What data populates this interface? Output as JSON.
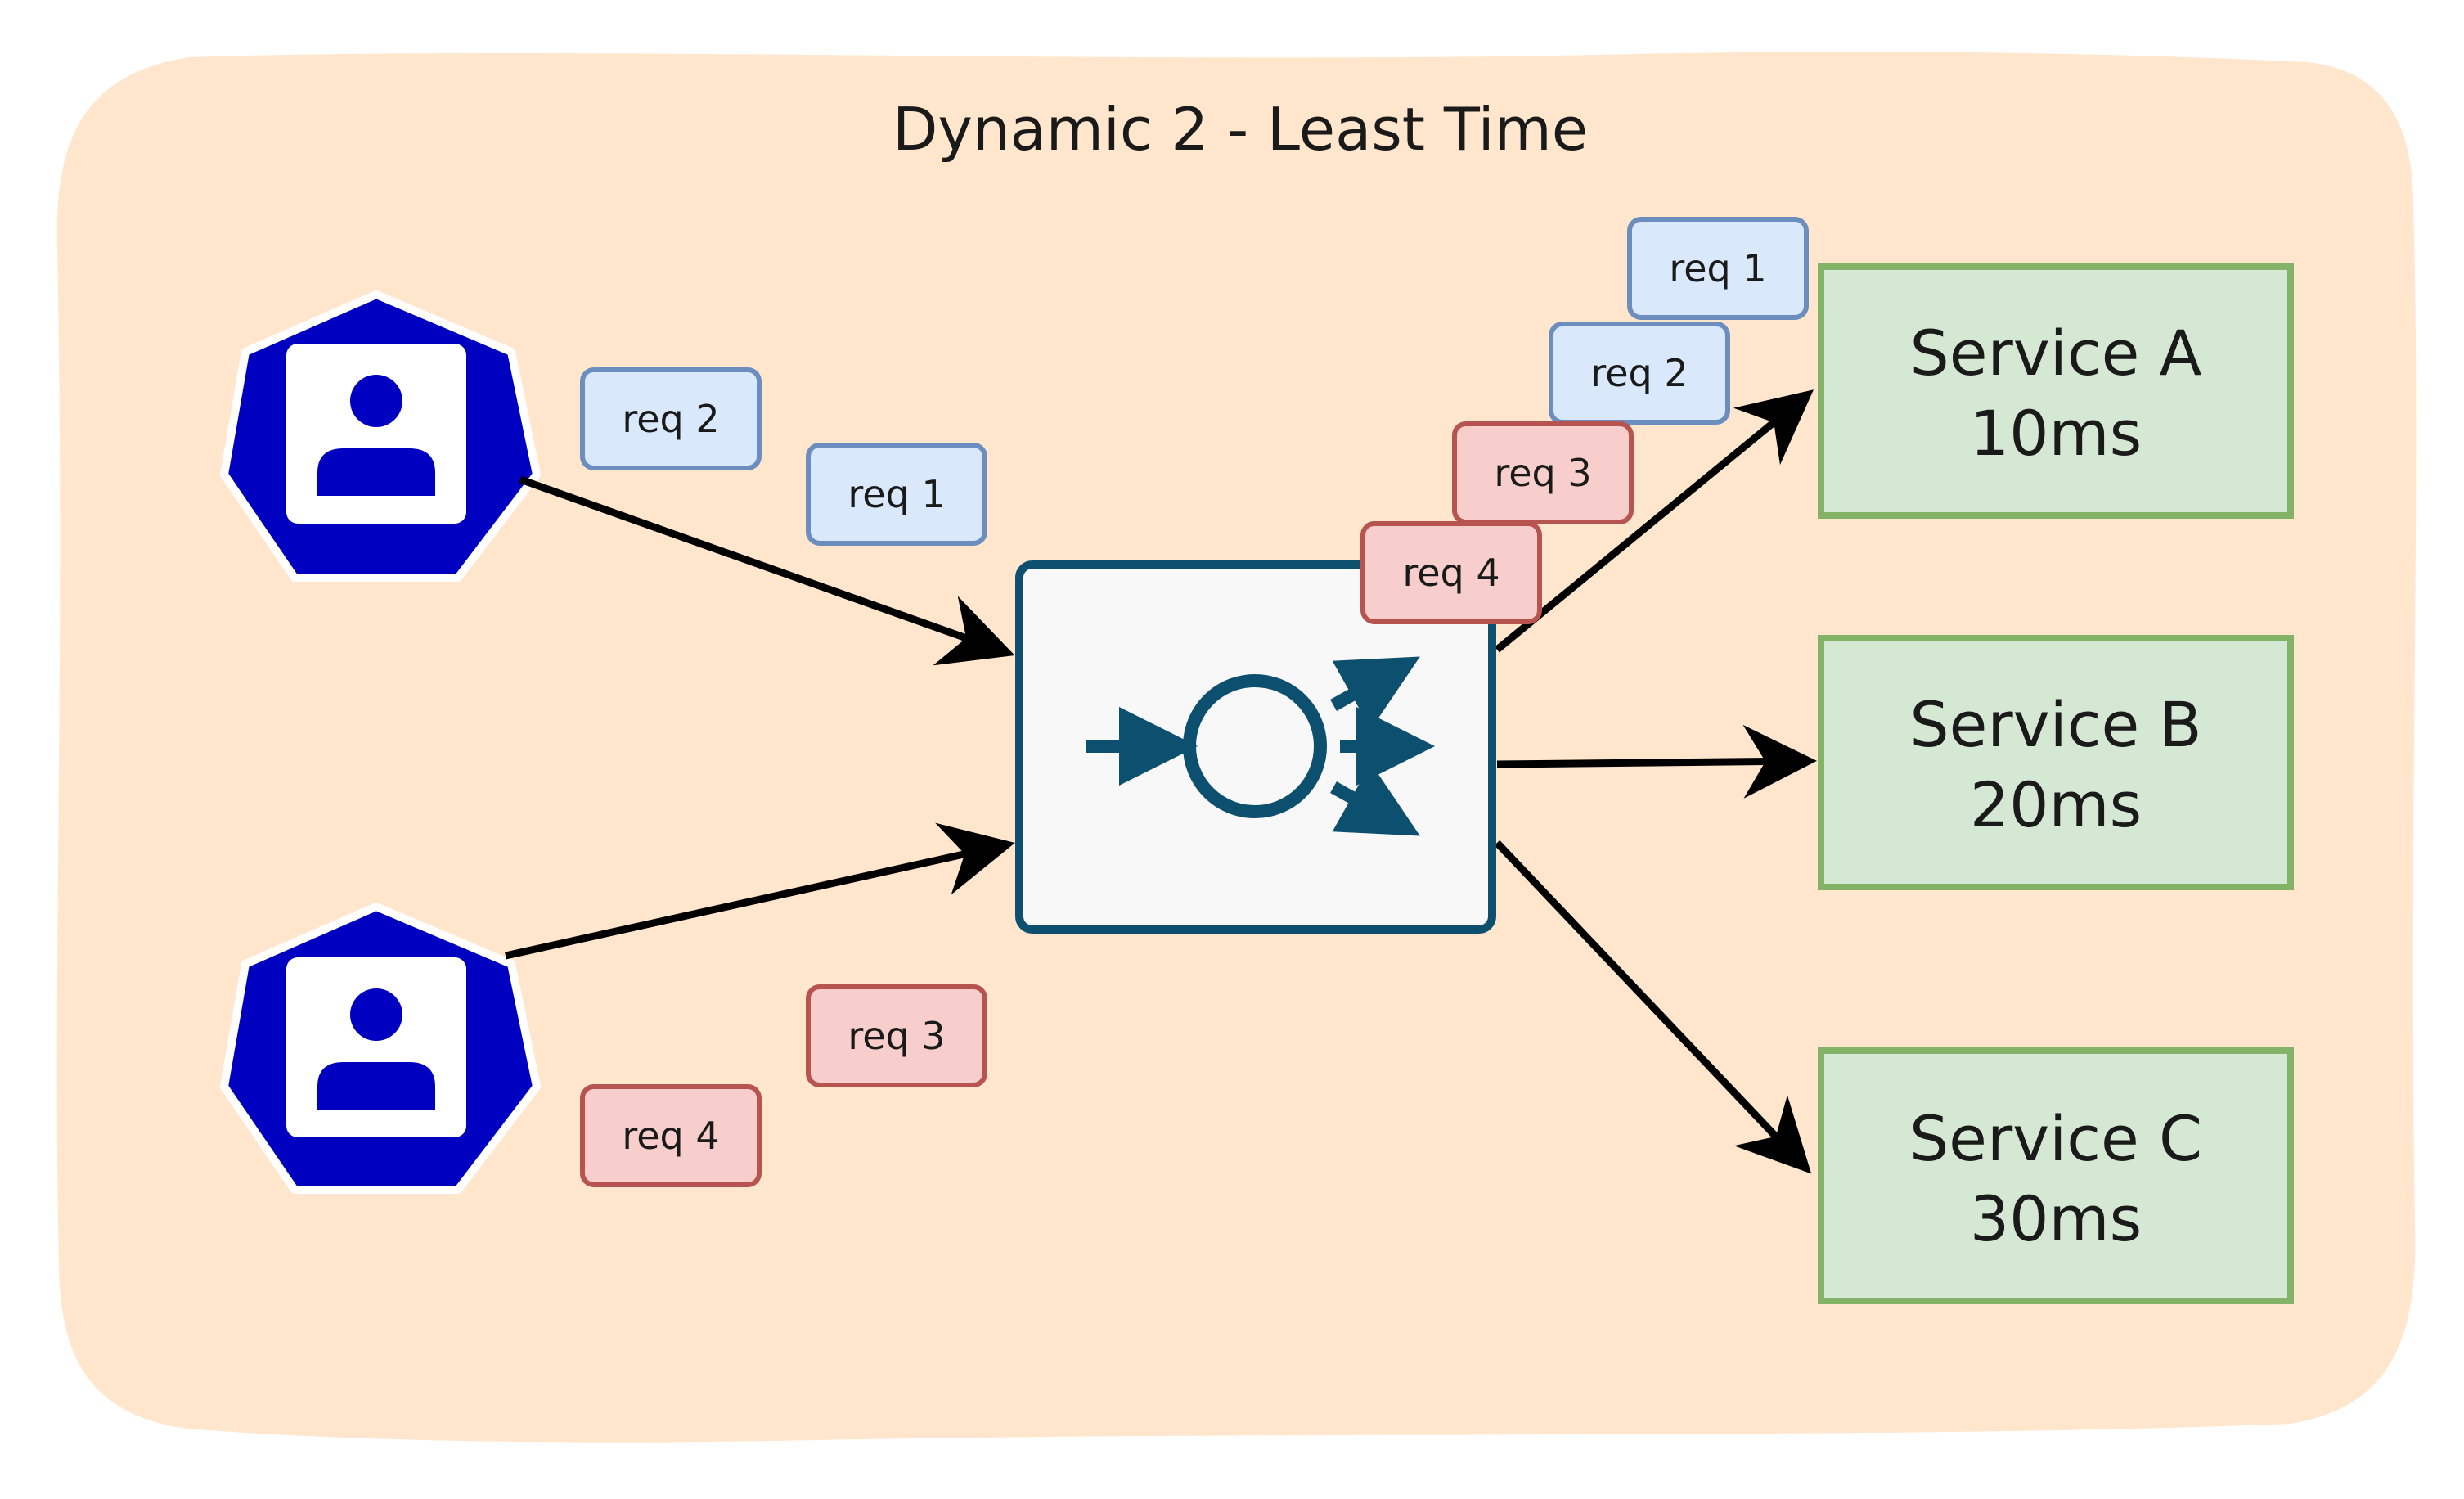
{
  "title": "Dynamic 2 - Least Time",
  "colors": {
    "background_panel": "#ffe6cc",
    "user_icon": "#0000c0",
    "balancer_border": "#0d4f6e",
    "balancer_fill": "#f8f8f8",
    "req_blue_fill": "#dae8fc",
    "req_blue_stroke": "#6c8ebf",
    "req_red_fill": "#f8cecc",
    "req_red_stroke": "#b85450",
    "service_fill": "#d5e8d4",
    "service_stroke": "#82b366"
  },
  "users": [
    {
      "id": "user-top",
      "icon": "user-icon"
    },
    {
      "id": "user-bottom",
      "icon": "user-icon"
    }
  ],
  "load_balancer": {
    "icon": "load-balancer-icon"
  },
  "requests": {
    "incoming_top": [
      {
        "label": "req 2",
        "color": "blue"
      },
      {
        "label": "req 1",
        "color": "blue"
      }
    ],
    "incoming_bottom": [
      {
        "label": "req 3",
        "color": "red"
      },
      {
        "label": "req 4",
        "color": "red"
      }
    ],
    "outgoing_stack": [
      {
        "label": "req 1",
        "color": "blue"
      },
      {
        "label": "req 2",
        "color": "blue"
      },
      {
        "label": "req 3",
        "color": "red"
      },
      {
        "label": "req 4",
        "color": "red"
      }
    ]
  },
  "services": [
    {
      "name": "Service A",
      "latency": "10ms"
    },
    {
      "name": "Service B",
      "latency": "20ms"
    },
    {
      "name": "Service C",
      "latency": "30ms"
    }
  ]
}
